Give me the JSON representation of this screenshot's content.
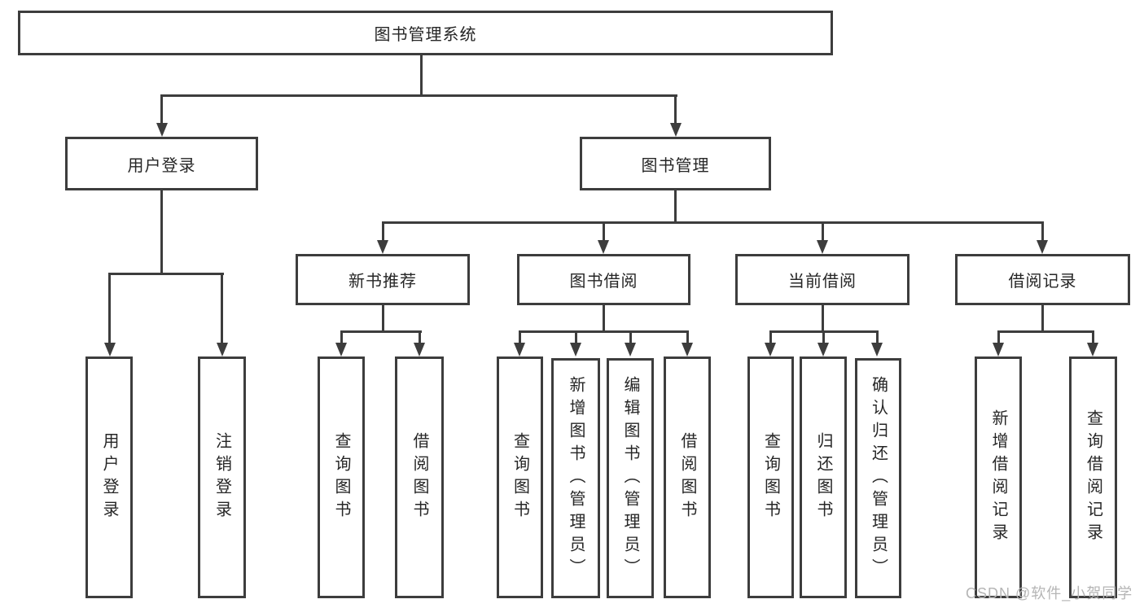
{
  "colors": {
    "line": "#3d3d3d",
    "box_border": "#3d3d3d",
    "text": "#262626",
    "background": "#ffffff",
    "watermark": "#b5b5b5"
  },
  "nodes": {
    "root": {
      "label": "图书管理系统"
    },
    "user_login": {
      "label": "用户登录"
    },
    "book_mgmt": {
      "label": "图书管理"
    },
    "new_books": {
      "label": "新书推荐"
    },
    "book_borrow": {
      "label": "图书借阅"
    },
    "current_borrow": {
      "label": "当前借阅"
    },
    "borrow_records": {
      "label": "借阅记录"
    },
    "leaf_user_login": {
      "label": "用户登录"
    },
    "leaf_logout": {
      "label": "注销登录"
    },
    "leaf_nb_query": {
      "label": "查询图书"
    },
    "leaf_nb_borrow": {
      "label": "借阅图书"
    },
    "leaf_bw_query": {
      "label": "查询图书"
    },
    "leaf_bw_add": {
      "label": "新增图书（管理员）"
    },
    "leaf_bw_edit": {
      "label": "编辑图书（管理员）"
    },
    "leaf_bw_borrow": {
      "label": "借阅图书"
    },
    "leaf_cb_query": {
      "label": "查询图书"
    },
    "leaf_cb_return": {
      "label": "归还图书"
    },
    "leaf_cb_confirm": {
      "label": "确认归还（管理员）"
    },
    "leaf_rec_add": {
      "label": "新增借阅记录"
    },
    "leaf_rec_query": {
      "label": "查询借阅记录"
    }
  },
  "watermark": {
    "text": "CSDN @软件_小贺同学"
  }
}
